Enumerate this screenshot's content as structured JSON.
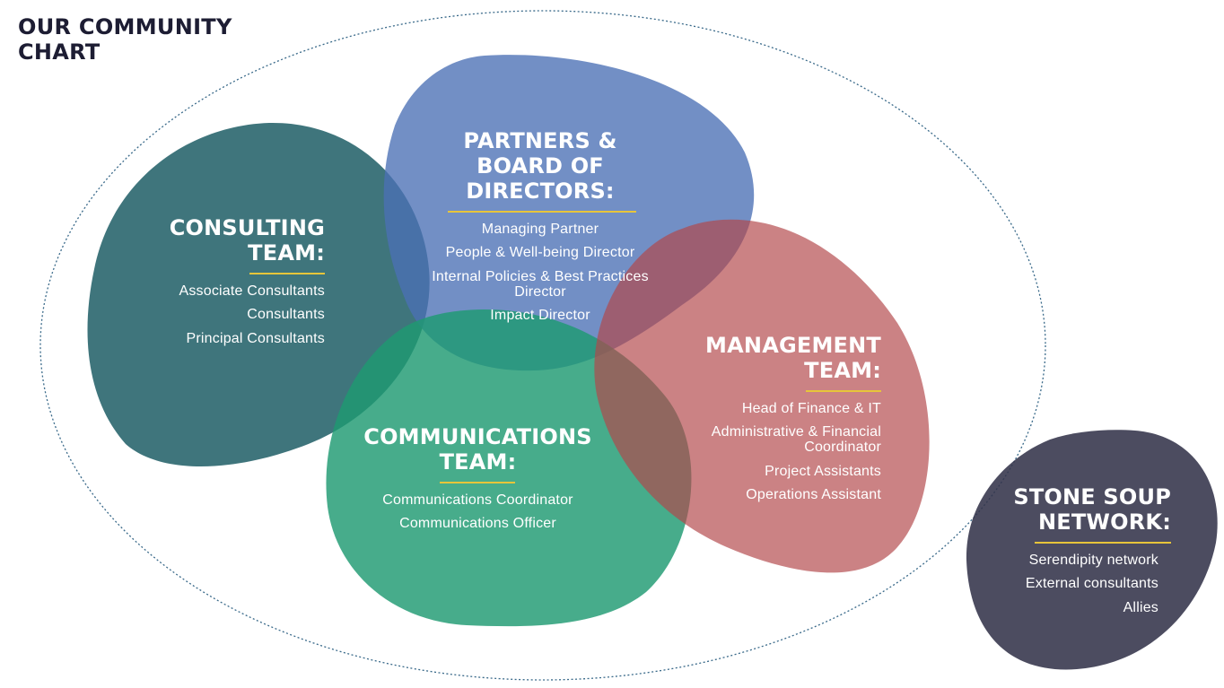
{
  "title": "OUR COMMUNITY CHART",
  "colors": {
    "consulting": "#1f5e66",
    "partners": "#4a6fb5",
    "communications": "#1f9a72",
    "management": "#b3474a",
    "network": "#33334a",
    "accent_rule": "#e7c53a",
    "outline": "#3a6a8a"
  },
  "teams": {
    "partners": {
      "title": "PARTNERS & BOARD OF DIRECTORS:",
      "items": [
        "Managing Partner",
        "People & Well-being Director",
        "Internal Policies & Best Practices Director",
        "Impact Director"
      ]
    },
    "consulting": {
      "title": "CONSULTING TEAM:",
      "items": [
        "Associate Consultants",
        "Consultants",
        "Principal Consultants"
      ]
    },
    "communications": {
      "title": "COMMUNICATIONS TEAM:",
      "items": [
        "Communications Coordinator",
        "Communications Officer"
      ]
    },
    "management": {
      "title": "MANAGEMENT TEAM:",
      "items": [
        "Head of Finance & IT",
        "Administrative & Financial Coordinator",
        "Project Assistants",
        "Operations Assistant"
      ]
    },
    "network": {
      "title": "STONE SOUP NETWORK:",
      "items": [
        "Serendipity network",
        "External consultants",
        "Allies"
      ]
    }
  }
}
